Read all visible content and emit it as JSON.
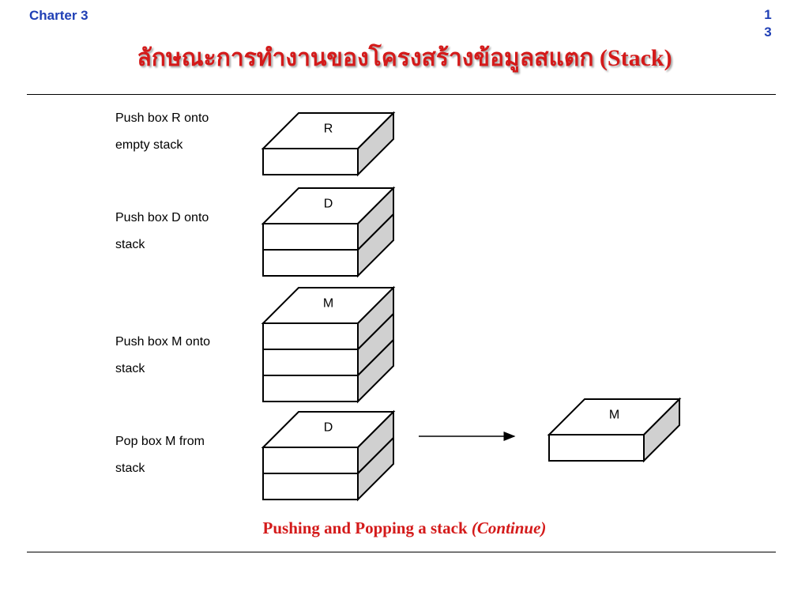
{
  "header": {
    "chapter": "Charter 3",
    "page_number_line1": "1",
    "page_number_line2": "3"
  },
  "title": "ลักษณะการทำงานของโครงสร้างข้อมูลสแตก (Stack)",
  "steps": [
    {
      "caption_line1": "Push box R onto",
      "caption_line2": "empty stack",
      "top_label": "R"
    },
    {
      "caption_line1": "Push box D onto",
      "caption_line2": "stack",
      "top_label": "D"
    },
    {
      "caption_line1": "Push box M onto",
      "caption_line2": "stack",
      "top_label": "M"
    },
    {
      "caption_line1": "Pop box M from",
      "caption_line2": "stack",
      "top_label": "D",
      "popped_label": "M"
    }
  ],
  "footer": {
    "caption_main": "Pushing and Popping a stack",
    "caption_italic": "(Continue)"
  },
  "colors": {
    "title": "#d41a1a",
    "header": "#1f3fb5",
    "box_side": "#d0d0d0"
  }
}
